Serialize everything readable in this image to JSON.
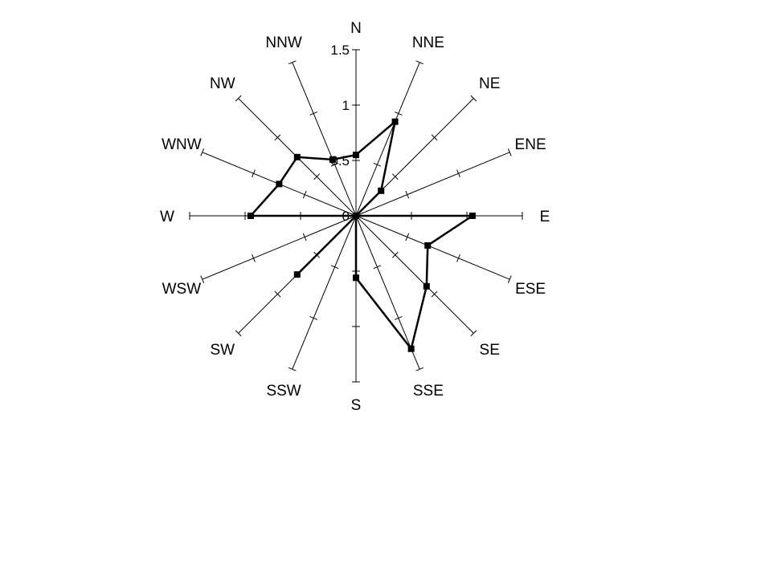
{
  "chart_data": {
    "type": "radar",
    "directions": [
      "N",
      "NNE",
      "NE",
      "ENE",
      "E",
      "ESE",
      "SE",
      "SSE",
      "S",
      "SSW",
      "SW",
      "WSW",
      "W",
      "WNW",
      "NW",
      "NNW"
    ],
    "values": [
      0.55,
      0.92,
      0.32,
      0,
      1.05,
      0.7,
      0.9,
      1.3,
      0.56,
      0,
      0.75,
      0,
      0.95,
      0.75,
      0.75,
      0.55
    ],
    "radial_ticks": [
      0,
      0.5,
      1,
      1.5
    ],
    "radial_tick_labels": [
      "0",
      "0.5",
      "1",
      "1.5"
    ],
    "rmax": 1.5,
    "grid": false,
    "colors": {
      "series": "#000000",
      "axis": "#000000"
    }
  }
}
